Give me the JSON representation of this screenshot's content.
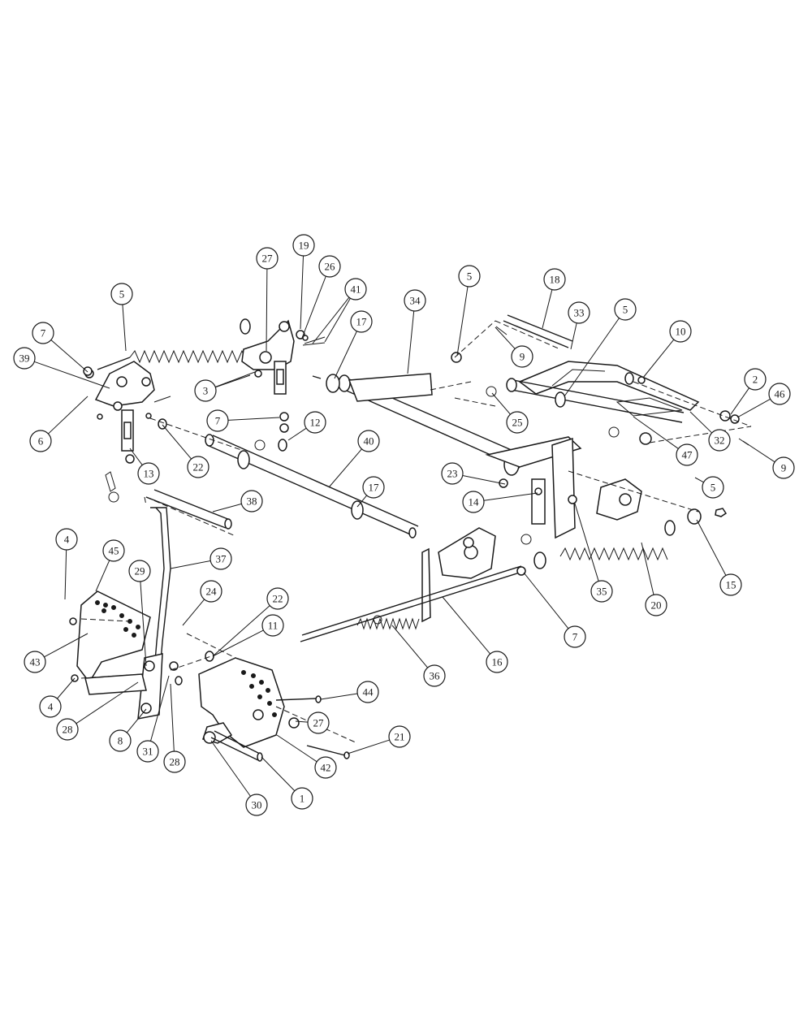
{
  "callouts": [
    "1",
    "2",
    "3",
    "4",
    "4",
    "5",
    "5",
    "5",
    "5",
    "6",
    "7",
    "7",
    "7",
    "8",
    "9",
    "9",
    "10",
    "11",
    "12",
    "13",
    "14",
    "15",
    "16",
    "17",
    "17",
    "18",
    "19",
    "20",
    "21",
    "22",
    "22",
    "23",
    "24",
    "25",
    "26",
    "27",
    "27",
    "28",
    "28",
    "29",
    "30",
    "31",
    "32",
    "33",
    "34",
    "35",
    "36",
    "37",
    "38",
    "39",
    "40",
    "41",
    "42",
    "43",
    "44",
    "45",
    "46",
    "47"
  ],
  "colors": {
    "ink": "#1a1a1a",
    "paper": "#ffffff"
  }
}
